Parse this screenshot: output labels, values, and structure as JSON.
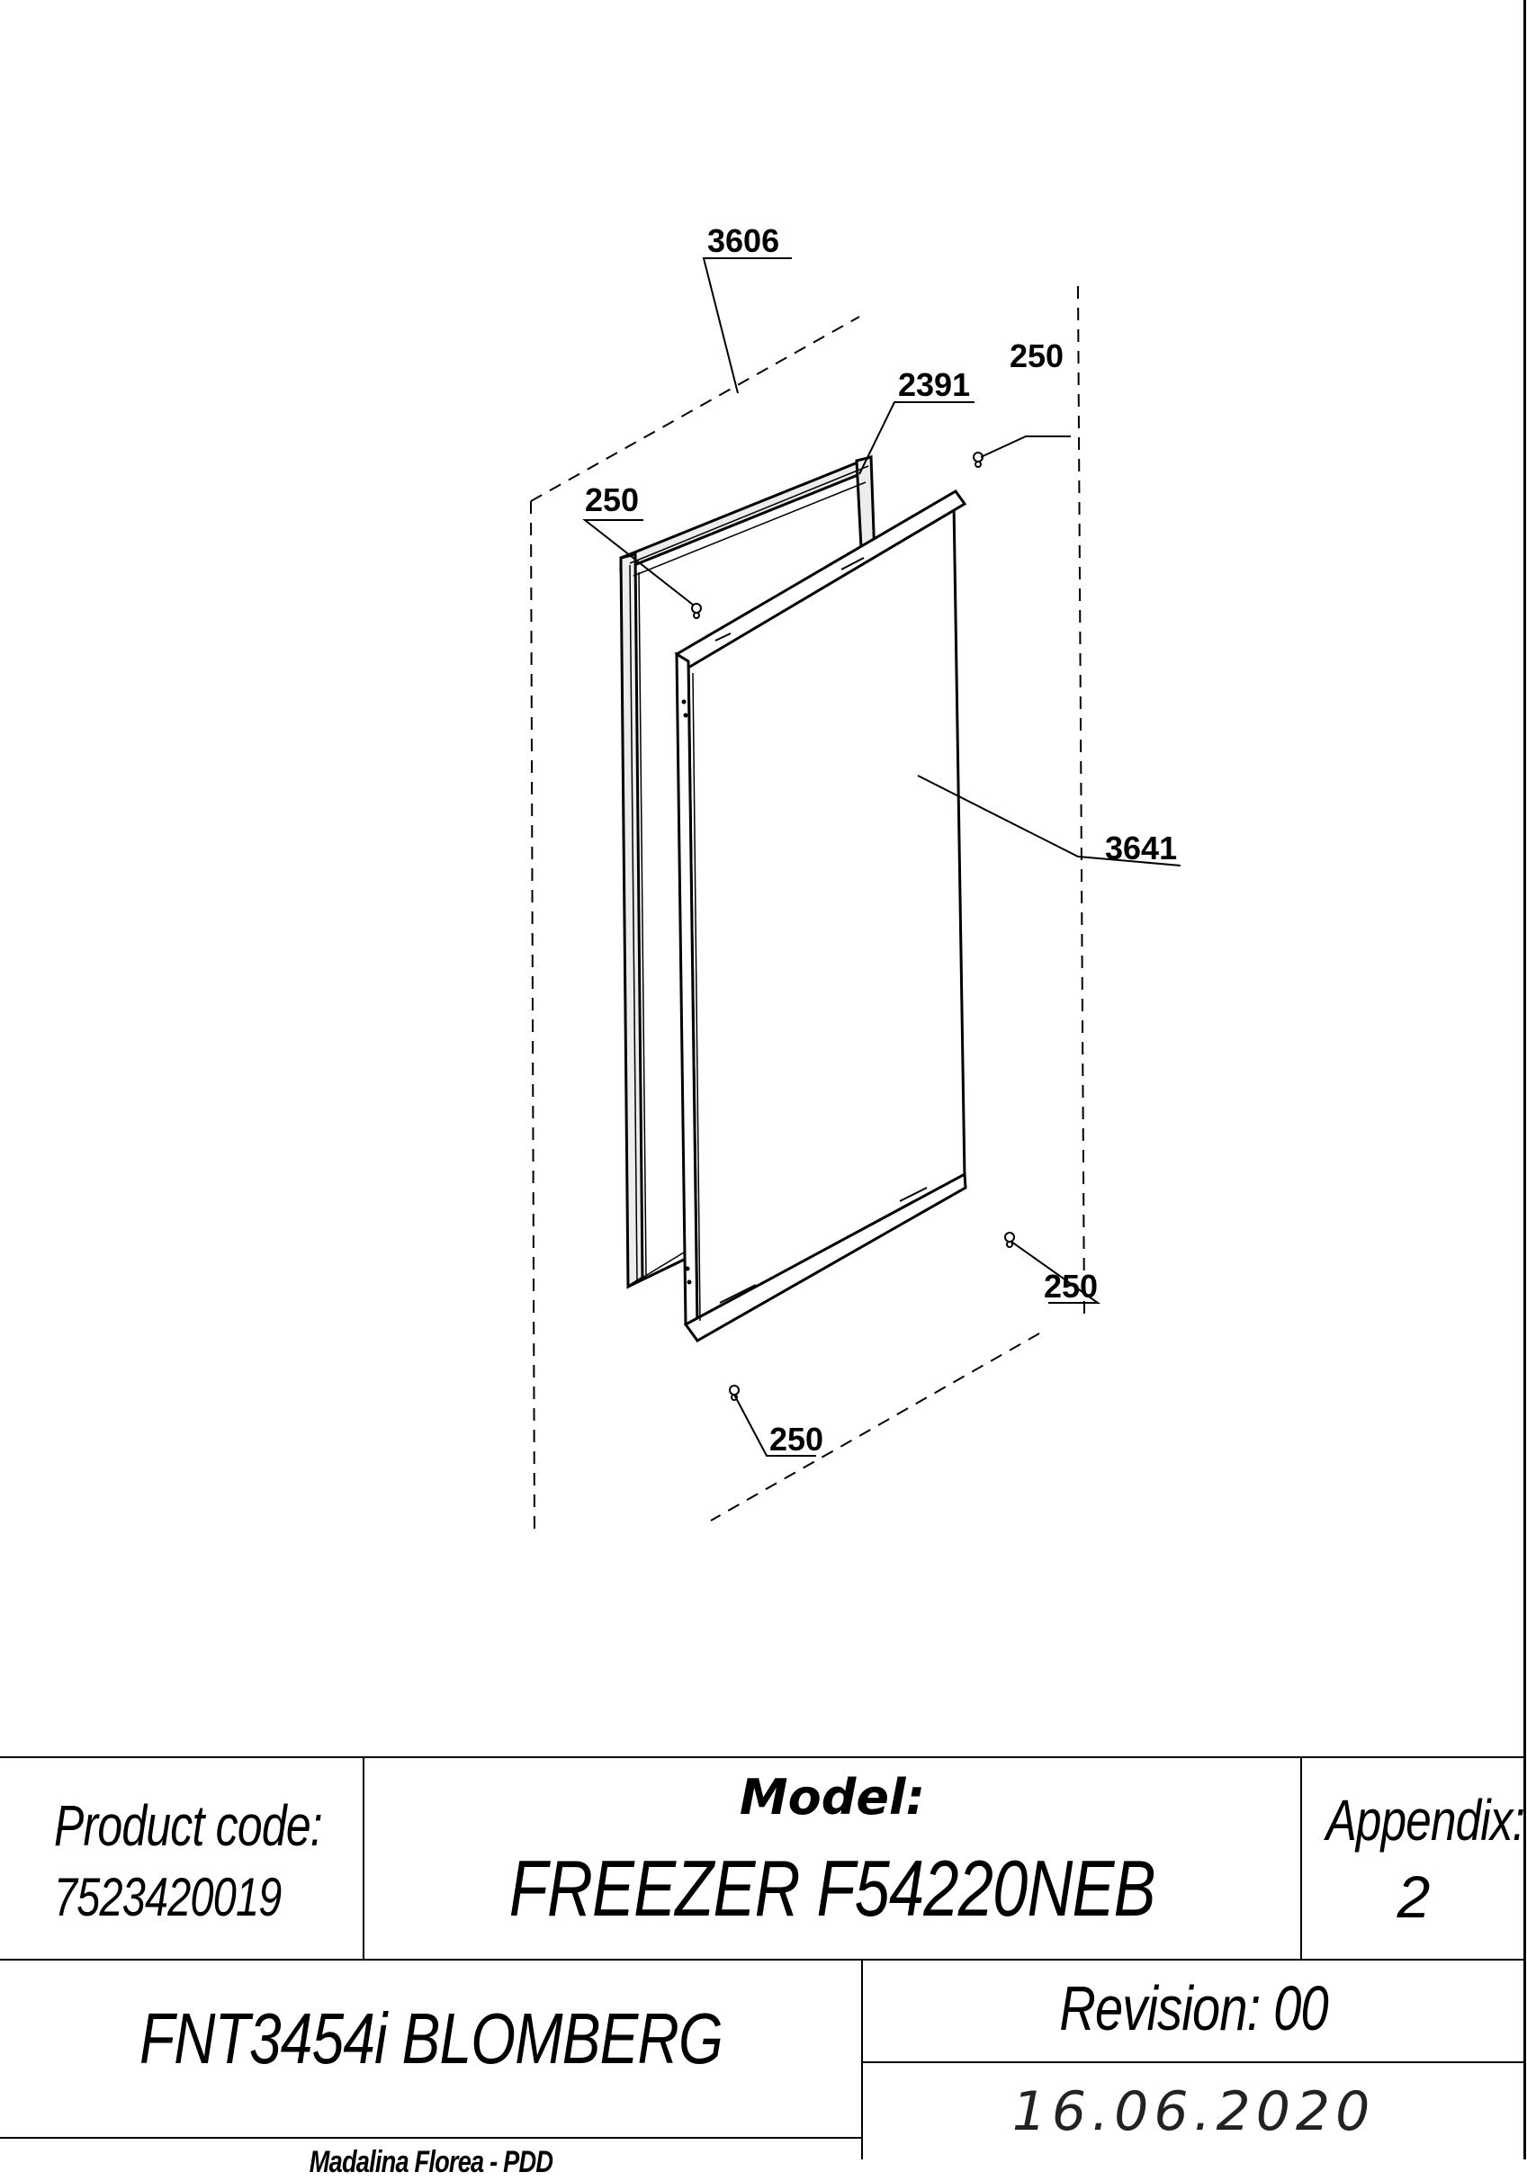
{
  "callouts": {
    "gasket_frame": "3606",
    "gasket": "2391",
    "door": "3641",
    "screw_top_left": "250",
    "screw_top_right": "250",
    "screw_bottom_right": "250",
    "screw_bottom_left": "250"
  },
  "title_block": {
    "product_code_label": "Product code:",
    "product_code": "7523420019",
    "model_label": "Model:",
    "model": "FREEZER F54220NEB",
    "appendix_label": "Appendix:",
    "appendix": "2",
    "brand_model": "FNT3454i BLOMBERG",
    "revision": "Revision: 00",
    "author": "Madalina Florea - PDD",
    "date": "16.06.2020"
  },
  "colors": {
    "ink": "#000000",
    "door_fill": "#ffffff",
    "frame_fill": "#ededed"
  }
}
